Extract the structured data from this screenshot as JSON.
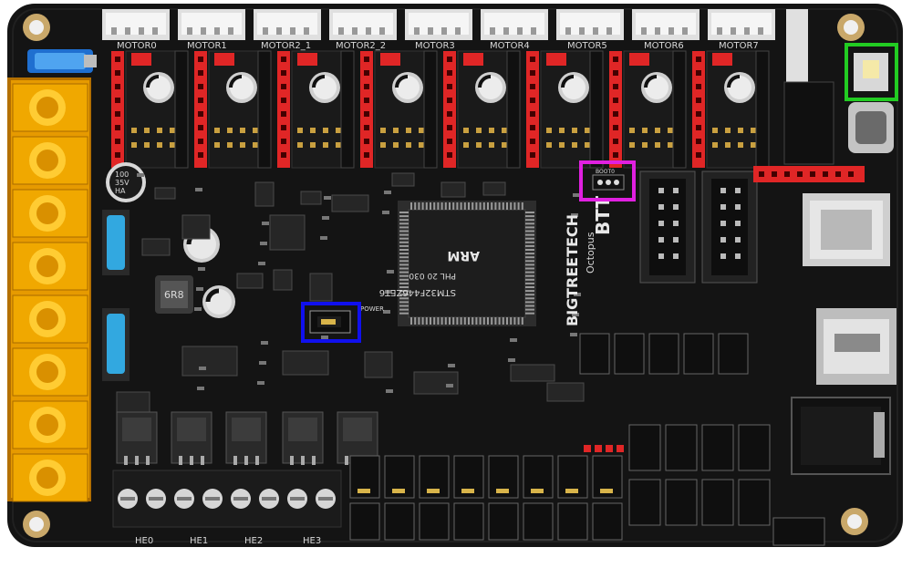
{
  "board": {
    "motor_labels": [
      "MOTOR0",
      "MOTOR1",
      "MOTOR2_1",
      "MOTOR2_2",
      "MOTOR3",
      "MOTOR4",
      "MOTOR5",
      "MOTOR6",
      "MOTOR7"
    ],
    "capacitor_text": [
      "100",
      "35V",
      "HA"
    ],
    "heater_labels": [
      "HE0",
      "HE1",
      "HE2",
      "HE3"
    ],
    "brand": "BIGTREETECH",
    "model": "Octopus",
    "logo": "BTT",
    "mcu_brand": "ARM",
    "mcu_line1": "STM32F446ZET6",
    "mcu_line2": "PHL 20 030",
    "power_label": "POWER",
    "inductor_text": "6R8",
    "boot_label": "BOOT0"
  },
  "highlights": {
    "green_color": "#22cc22",
    "magenta_color": "#e020e0",
    "blue_color": "#1010ee"
  },
  "colors": {
    "pcb": "#141414",
    "header_red": "#e02626",
    "terminal_orange": "#e69a00"
  }
}
